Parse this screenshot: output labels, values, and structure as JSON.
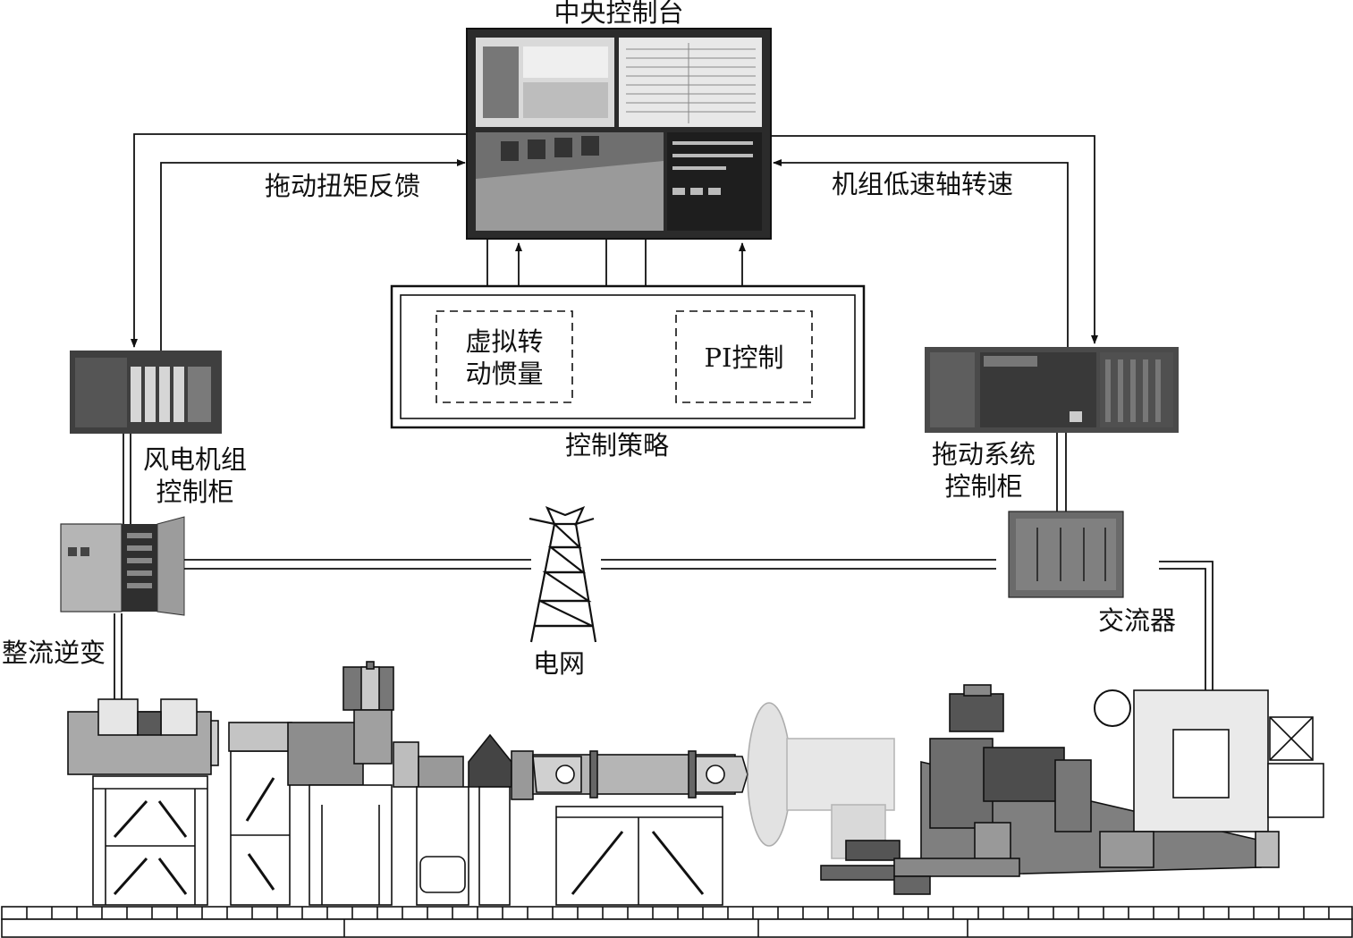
{
  "labels": {
    "console": "中央控制台",
    "torque_feedback": "拖动扭矩反馈",
    "low_speed_shaft": "机组低速轴转速",
    "virtual_inertia_line1": "虚拟转",
    "virtual_inertia_line2": "动惯量",
    "pi_control": "PI控制",
    "control_strategy": "控制策略",
    "wind_cabinet_line1": "风电机组",
    "wind_cabinet_line2": "控制柜",
    "drive_cabinet_line1": "拖动系统",
    "drive_cabinet_line2": "控制柜",
    "rectifier_inverter": "整流逆变",
    "grid": "电网",
    "ac_converter": "交流器"
  },
  "colors": {
    "line": "#111111",
    "dark_equipment": "#3a3a3a",
    "mid_gray": "#8c8c8c",
    "light_gray": "#c8c8c8"
  }
}
